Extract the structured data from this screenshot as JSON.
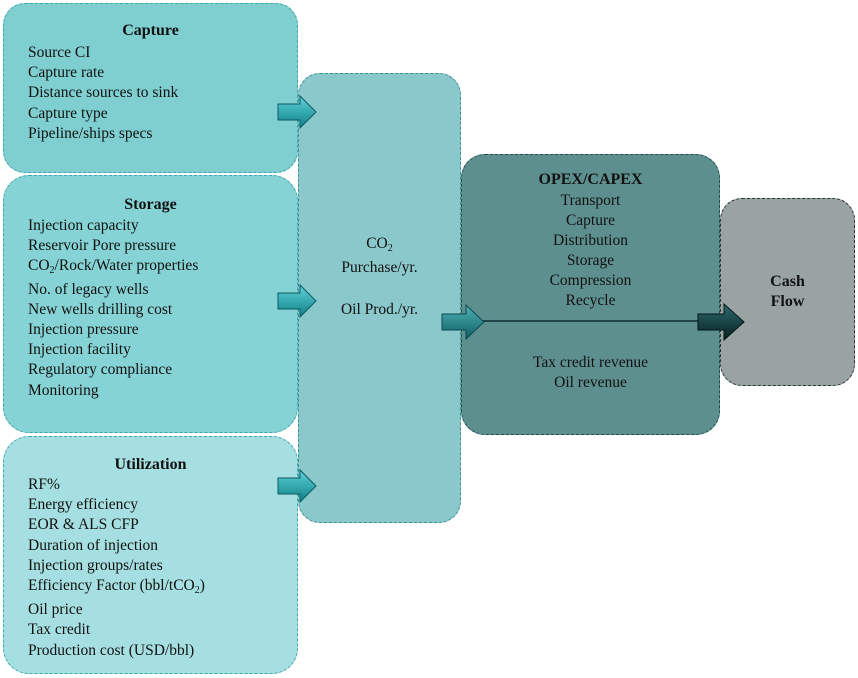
{
  "capture": {
    "title": "Capture",
    "items": [
      "Source CI",
      "Capture rate",
      "Distance sources to sink",
      "Capture type",
      "Pipeline/ships specs"
    ]
  },
  "storage": {
    "title": "Storage",
    "items": [
      "Injection capacity",
      "Reservoir Pore pressure",
      "CO2/Rock/Water properties",
      "No. of legacy wells",
      "New wells drilling cost",
      "Injection pressure",
      "Injection facility",
      "Regulatory compliance",
      "Monitoring"
    ]
  },
  "utilization": {
    "title": "Utilization",
    "items": [
      "RF%",
      "Energy efficiency",
      "EOR & ALS CFP",
      "Duration of injection",
      "Injection groups/rates",
      "Efficiency Factor (bbl/tCO2)",
      "Oil price",
      "Tax credit",
      "Production cost (USD/bbl)"
    ]
  },
  "center": {
    "co2": "CO",
    "co2_sub": "2",
    "purchase": "Purchase/yr.",
    "oil_prod": "Oil Prod./yr."
  },
  "opex": {
    "title": "OPEX/CAPEX",
    "items": [
      "Transport",
      "Capture",
      "Distribution",
      "Storage",
      "Compression",
      "Recycle"
    ],
    "revenue": [
      "Tax credit revenue",
      "Oil revenue"
    ]
  },
  "cash": {
    "line1": "Cash",
    "line2": "Flow"
  },
  "colors": {
    "arrow_teal": "#1aa3ab",
    "arrow_dark": "#0f3a3c"
  }
}
